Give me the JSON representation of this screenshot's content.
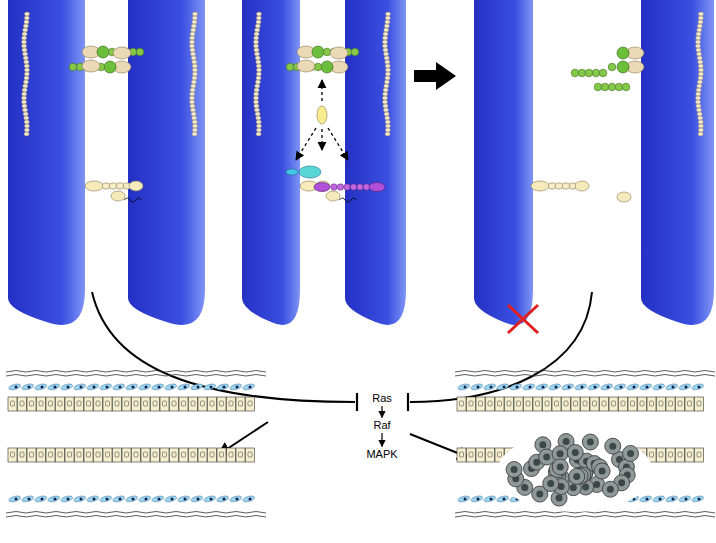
{
  "diagram": {
    "nodes": [
      {
        "text": [
          "Ras"
        ]
      },
      {
        "text": [
          "Raf"
        ]
      },
      {
        "text": [
          "MAPK"
        ]
      }
    ],
    "edges": [
      {
        "from": 0,
        "to": 1,
        "arrow": "to"
      },
      {
        "from": 1,
        "to": 2,
        "arrow": "to"
      }
    ]
  }
}
